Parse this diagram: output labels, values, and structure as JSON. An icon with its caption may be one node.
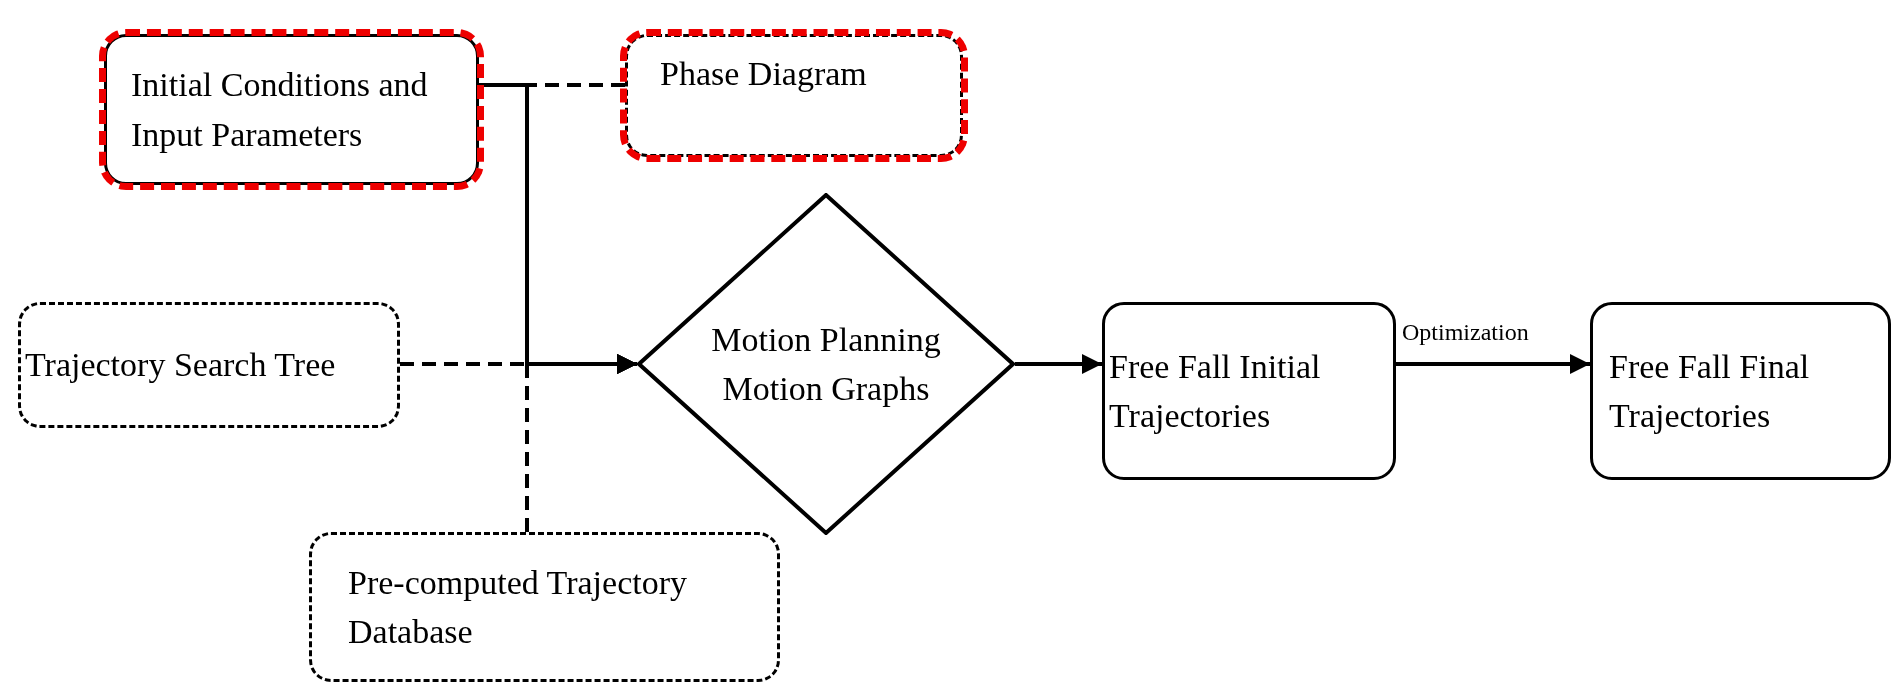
{
  "diagram": {
    "nodes": [
      {
        "text": [
          "Initial Conditions and Input Parameters"
        ]
      },
      {
        "text": [
          "Phase Diagram"
        ]
      },
      {
        "text": [
          "Trajectory Search Tree"
        ]
      },
      {
        "text": [
          "Motion Planning Motion Graphs"
        ]
      },
      {
        "text": [
          "Free Fall Initial Trajectories"
        ]
      },
      {
        "text": [
          "Free Fall Final Trajectories"
        ]
      },
      {
        "text": [
          "Pre-computed Trajectory Database"
        ]
      }
    ],
    "edges": [
      {
        "from": 1,
        "to": 3,
        "arrow": "to",
        "style": "dashed"
      },
      {
        "from": 2,
        "to": 3,
        "arrow": "to",
        "style": "dashed"
      },
      {
        "from": 6,
        "to": 3,
        "arrow": "to",
        "style": "dashed"
      },
      {
        "from": 0,
        "to": 3,
        "arrow": "to"
      },
      {
        "from": 3,
        "to": 4,
        "arrow": "to"
      },
      {
        "from": 4,
        "to": 5,
        "arrow": "to",
        "label": "Optimization"
      }
    ]
  }
}
